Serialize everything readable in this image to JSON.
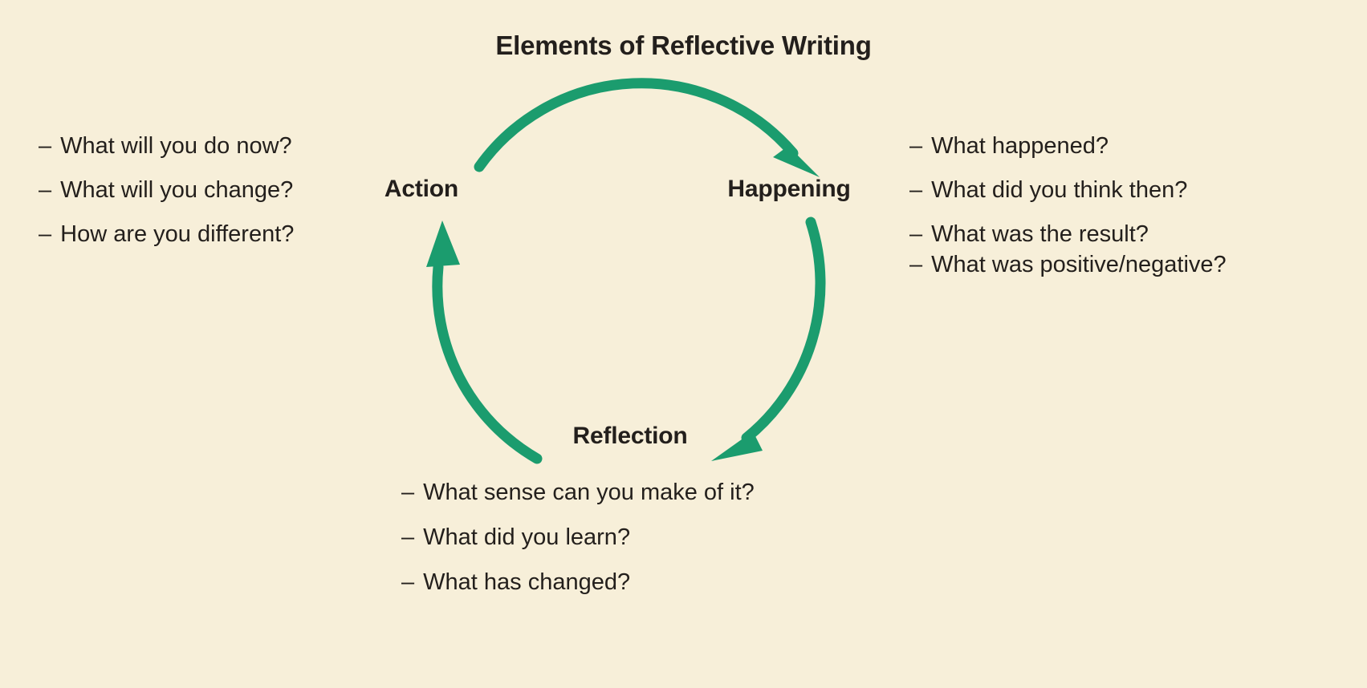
{
  "title": "Elements of Reflective Writing",
  "colors": {
    "background": "#f7efd9",
    "text": "#231f1c",
    "arrow_green": "#1b9c6e"
  },
  "cycle": {
    "nodes": [
      {
        "id": "action",
        "label": "Action"
      },
      {
        "id": "happening",
        "label": "Happening"
      },
      {
        "id": "reflection",
        "label": "Reflection"
      }
    ],
    "arrows": [
      {
        "id": "action-to-happening",
        "from": "Action",
        "to": "Happening",
        "icon": "curved-arrow-icon"
      },
      {
        "id": "happening-to-reflection",
        "from": "Happening",
        "to": "Reflection",
        "icon": "curved-arrow-icon"
      },
      {
        "id": "reflection-to-action",
        "from": "Reflection",
        "to": "Action",
        "icon": "curved-arrow-icon"
      }
    ]
  },
  "lists": {
    "action": {
      "heading": "Action",
      "items": [
        "What will you do now?",
        "What will you change?",
        "How are you different?"
      ]
    },
    "happening": {
      "heading": "Happening",
      "items": [
        "What happened?",
        "What did you think then?",
        "What was the result?",
        "What was positive/negative?"
      ]
    },
    "reflection": {
      "heading": "Reflection",
      "items": [
        "What sense can you make of it?",
        "What did you learn?",
        "What has changed?"
      ]
    }
  },
  "bullet_dash": "–"
}
